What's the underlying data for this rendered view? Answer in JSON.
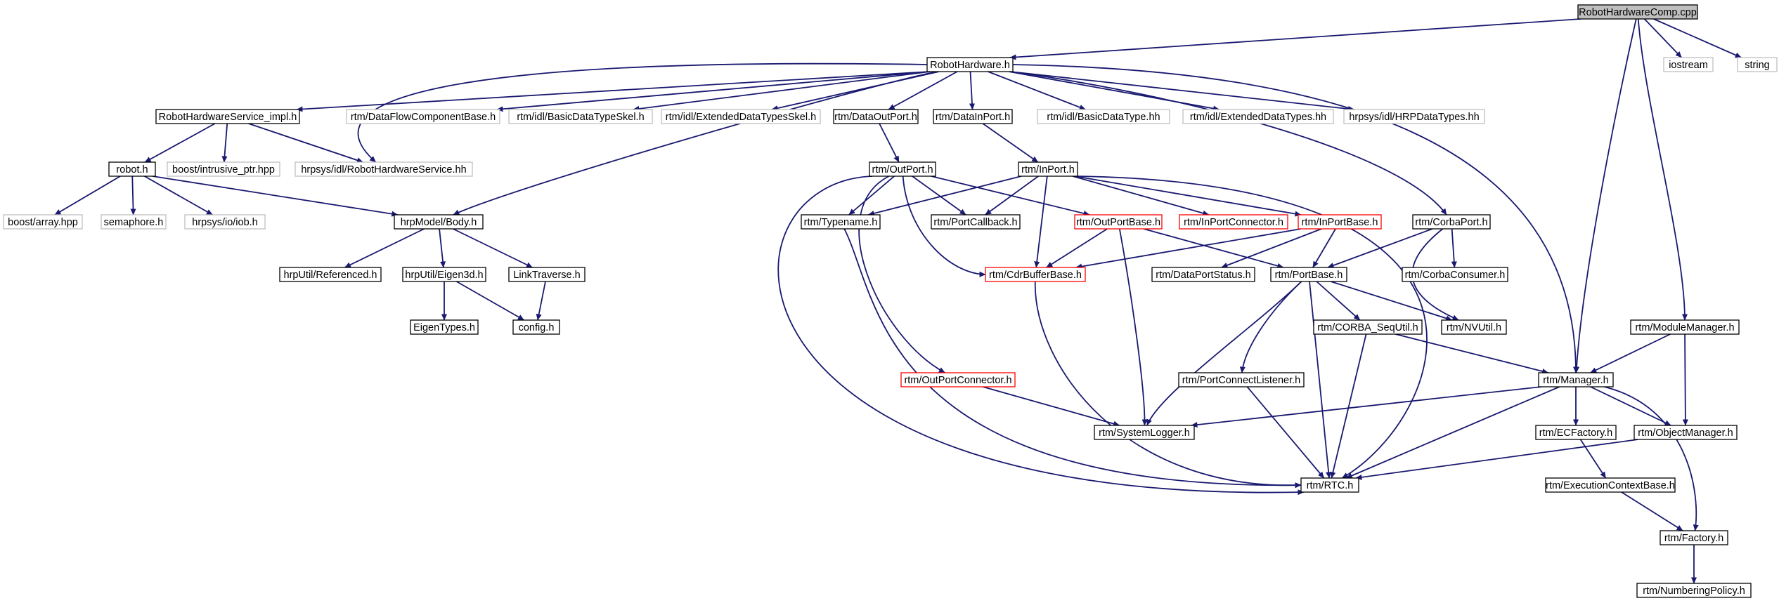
{
  "colors": {
    "background": "#ffffff",
    "root_fill": "#bfbfbf",
    "root_border": "#000000",
    "normal_border": "#000000",
    "truncated_border": "#ff0000",
    "external_border": "#bfbfbf",
    "edge": "#191970"
  },
  "nodes": [
    {
      "id": "robothardwarecomp-cpp",
      "label": "RobotHardwareComp.cpp",
      "kind": "root"
    },
    {
      "id": "robothardware-h",
      "label": "RobotHardware.h",
      "kind": "normal"
    },
    {
      "id": "iostream",
      "label": "iostream",
      "kind": "external"
    },
    {
      "id": "string",
      "label": "string",
      "kind": "external"
    },
    {
      "id": "robothardwareservice-impl-h",
      "label": "RobotHardwareService_impl.h",
      "kind": "normal"
    },
    {
      "id": "rtm-dataflowcomponentbase-h",
      "label": "rtm/DataFlowComponentBase.h",
      "kind": "external"
    },
    {
      "id": "rtm-idl-basicdatatypeskel-h",
      "label": "rtm/idl/BasicDataTypeSkel.h",
      "kind": "external"
    },
    {
      "id": "rtm-idl-extendeddatatypesskel-h",
      "label": "rtm/idl/ExtendedDataTypesSkel.h",
      "kind": "external"
    },
    {
      "id": "rtm-dataoutport-h",
      "label": "rtm/DataOutPort.h",
      "kind": "normal"
    },
    {
      "id": "rtm-datainport-h",
      "label": "rtm/DataInPort.h",
      "kind": "normal"
    },
    {
      "id": "rtm-idl-basicdatatype-hh",
      "label": "rtm/idl/BasicDataType.hh",
      "kind": "external"
    },
    {
      "id": "rtm-idl-extendeddatatypes-hh",
      "label": "rtm/idl/ExtendedDataTypes.hh",
      "kind": "external"
    },
    {
      "id": "hrpsys-idl-hrpdatatypes-hh",
      "label": "hrpsys/idl/HRPDataTypes.hh",
      "kind": "external"
    },
    {
      "id": "robot-h",
      "label": "robot.h",
      "kind": "normal"
    },
    {
      "id": "boost-intrusive-ptr-hpp",
      "label": "boost/intrusive_ptr.hpp",
      "kind": "external"
    },
    {
      "id": "hrpsys-idl-robothardwareservice-hh",
      "label": "hrpsys/idl/RobotHardwareService.hh",
      "kind": "external"
    },
    {
      "id": "rtm-outport-h",
      "label": "rtm/OutPort.h",
      "kind": "normal"
    },
    {
      "id": "rtm-inport-h",
      "label": "rtm/InPort.h",
      "kind": "normal"
    },
    {
      "id": "boost-array-hpp",
      "label": "boost/array.hpp",
      "kind": "external"
    },
    {
      "id": "semaphore-h",
      "label": "semaphore.h",
      "kind": "external"
    },
    {
      "id": "hrpsys-io-iob-h",
      "label": "hrpsys/io/iob.h",
      "kind": "external"
    },
    {
      "id": "hrpmodel-body-h",
      "label": "hrpModel/Body.h",
      "kind": "normal"
    },
    {
      "id": "rtm-typename-h",
      "label": "rtm/Typename.h",
      "kind": "normal"
    },
    {
      "id": "rtm-portcallback-h",
      "label": "rtm/PortCallback.h",
      "kind": "normal"
    },
    {
      "id": "rtm-outportbase-h",
      "label": "rtm/OutPortBase.h",
      "kind": "truncated"
    },
    {
      "id": "rtm-inportconnector-h",
      "label": "rtm/InPortConnector.h",
      "kind": "truncated"
    },
    {
      "id": "rtm-inportbase-h",
      "label": "rtm/InPortBase.h",
      "kind": "truncated"
    },
    {
      "id": "rtm-corbaport-h",
      "label": "rtm/CorbaPort.h",
      "kind": "normal"
    },
    {
      "id": "hrputil-referenced-h",
      "label": "hrpUtil/Referenced.h",
      "kind": "normal"
    },
    {
      "id": "hrputil-eigen3d-h",
      "label": "hrpUtil/Eigen3d.h",
      "kind": "normal"
    },
    {
      "id": "linktraverse-h",
      "label": "LinkTraverse.h",
      "kind": "normal"
    },
    {
      "id": "rtm-cdrbufferbase-h",
      "label": "rtm/CdrBufferBase.h",
      "kind": "truncated"
    },
    {
      "id": "rtm-dataportstatus-h",
      "label": "rtm/DataPortStatus.h",
      "kind": "normal"
    },
    {
      "id": "rtm-portbase-h",
      "label": "rtm/PortBase.h",
      "kind": "normal"
    },
    {
      "id": "rtm-corbaconsumer-h",
      "label": "rtm/CorbaConsumer.h",
      "kind": "normal"
    },
    {
      "id": "eigentypes-h",
      "label": "EigenTypes.h",
      "kind": "normal"
    },
    {
      "id": "config-h",
      "label": "config.h",
      "kind": "normal"
    },
    {
      "id": "rtm-corba-sequtil-h",
      "label": "rtm/CORBA_SeqUtil.h",
      "kind": "normal"
    },
    {
      "id": "rtm-nvutil-h",
      "label": "rtm/NVUtil.h",
      "kind": "normal"
    },
    {
      "id": "rtm-modulemanager-h",
      "label": "rtm/ModuleManager.h",
      "kind": "normal"
    },
    {
      "id": "rtm-outportconnector-h",
      "label": "rtm/OutPortConnector.h",
      "kind": "truncated"
    },
    {
      "id": "rtm-portconnectlistener-h",
      "label": "rtm/PortConnectListener.h",
      "kind": "normal"
    },
    {
      "id": "rtm-manager-h",
      "label": "rtm/Manager.h",
      "kind": "normal"
    },
    {
      "id": "rtm-systemlogger-h",
      "label": "rtm/SystemLogger.h",
      "kind": "normal"
    },
    {
      "id": "rtm-ecfactory-h",
      "label": "rtm/ECFactory.h",
      "kind": "normal"
    },
    {
      "id": "rtm-objectmanager-h",
      "label": "rtm/ObjectManager.h",
      "kind": "normal"
    },
    {
      "id": "rtm-executioncontextbase-h",
      "label": "rtm/ExecutionContextBase.h",
      "kind": "normal"
    },
    {
      "id": "rtm-rtc-h",
      "label": "rtm/RTC.h",
      "kind": "normal"
    },
    {
      "id": "rtm-factory-h",
      "label": "rtm/Factory.h",
      "kind": "normal"
    },
    {
      "id": "rtm-numberingpolicy-h",
      "label": "rtm/NumberingPolicy.h",
      "kind": "normal"
    }
  ],
  "edges": [
    [
      "robothardwarecomp-cpp",
      "robothardware-h"
    ],
    [
      "robothardwarecomp-cpp",
      "iostream"
    ],
    [
      "robothardwarecomp-cpp",
      "string"
    ],
    [
      "robothardwarecomp-cpp",
      "rtm-manager-h"
    ],
    [
      "robothardwarecomp-cpp",
      "rtm-modulemanager-h"
    ],
    [
      "robothardware-h",
      "robothardwareservice-impl-h"
    ],
    [
      "robothardware-h",
      "rtm-dataflowcomponentbase-h"
    ],
    [
      "robothardware-h",
      "rtm-idl-basicdatatypeskel-h"
    ],
    [
      "robothardware-h",
      "rtm-idl-extendeddatatypesskel-h"
    ],
    [
      "robothardware-h",
      "rtm-dataoutport-h"
    ],
    [
      "robothardware-h",
      "rtm-datainport-h"
    ],
    [
      "robothardware-h",
      "rtm-idl-basicdatatype-hh"
    ],
    [
      "robothardware-h",
      "rtm-idl-extendeddatatypes-hh"
    ],
    [
      "robothardware-h",
      "hrpsys-idl-hrpdatatypes-hh"
    ],
    [
      "robothardware-h",
      "hrpsys-idl-robothardwareservice-hh"
    ],
    [
      "robothardware-h",
      "hrpmodel-body-h"
    ],
    [
      "robothardware-h",
      "rtm-corbaport-h"
    ],
    [
      "robothardware-h",
      "rtm-manager-h"
    ],
    [
      "robothardwareservice-impl-h",
      "robot-h"
    ],
    [
      "robothardwareservice-impl-h",
      "boost-intrusive-ptr-hpp"
    ],
    [
      "robothardwareservice-impl-h",
      "hrpsys-idl-robothardwareservice-hh"
    ],
    [
      "robot-h",
      "boost-array-hpp"
    ],
    [
      "robot-h",
      "semaphore-h"
    ],
    [
      "robot-h",
      "hrpsys-io-iob-h"
    ],
    [
      "robot-h",
      "hrpmodel-body-h"
    ],
    [
      "hrpmodel-body-h",
      "hrputil-referenced-h"
    ],
    [
      "hrpmodel-body-h",
      "hrputil-eigen3d-h"
    ],
    [
      "hrpmodel-body-h",
      "linktraverse-h"
    ],
    [
      "hrputil-eigen3d-h",
      "eigentypes-h"
    ],
    [
      "hrputil-eigen3d-h",
      "config-h"
    ],
    [
      "linktraverse-h",
      "config-h"
    ],
    [
      "rtm-dataoutport-h",
      "rtm-outport-h"
    ],
    [
      "rtm-datainport-h",
      "rtm-inport-h"
    ],
    [
      "rtm-outport-h",
      "rtm-typename-h"
    ],
    [
      "rtm-outport-h",
      "rtm-portcallback-h"
    ],
    [
      "rtm-outport-h",
      "rtm-outportbase-h"
    ],
    [
      "rtm-outport-h",
      "rtm-cdrbufferbase-h"
    ],
    [
      "rtm-outport-h",
      "rtm-outportconnector-h"
    ],
    [
      "rtm-outport-h",
      "rtm-rtc-h"
    ],
    [
      "rtm-inport-h",
      "rtm-typename-h"
    ],
    [
      "rtm-inport-h",
      "rtm-portcallback-h"
    ],
    [
      "rtm-inport-h",
      "rtm-cdrbufferbase-h"
    ],
    [
      "rtm-inport-h",
      "rtm-inportconnector-h"
    ],
    [
      "rtm-inport-h",
      "rtm-inportbase-h"
    ],
    [
      "rtm-inport-h",
      "rtm-rtc-h"
    ],
    [
      "rtm-typename-h",
      "rtm-rtc-h"
    ],
    [
      "rtm-outportbase-h",
      "rtm-cdrbufferbase-h"
    ],
    [
      "rtm-outportbase-h",
      "rtm-portbase-h"
    ],
    [
      "rtm-outportbase-h",
      "rtm-systemlogger-h"
    ],
    [
      "rtm-inportbase-h",
      "rtm-cdrbufferbase-h"
    ],
    [
      "rtm-inportbase-h",
      "rtm-dataportstatus-h"
    ],
    [
      "rtm-inportbase-h",
      "rtm-portbase-h"
    ],
    [
      "rtm-corbaport-h",
      "rtm-portbase-h"
    ],
    [
      "rtm-corbaport-h",
      "rtm-corbaconsumer-h"
    ],
    [
      "rtm-corbaport-h",
      "rtm-nvutil-h"
    ],
    [
      "rtm-cdrbufferbase-h",
      "rtm-rtc-h"
    ],
    [
      "rtm-portbase-h",
      "rtm-corba-sequtil-h"
    ],
    [
      "rtm-portbase-h",
      "rtm-nvutil-h"
    ],
    [
      "rtm-portbase-h",
      "rtm-portconnectlistener-h"
    ],
    [
      "rtm-portbase-h",
      "rtm-systemlogger-h"
    ],
    [
      "rtm-portbase-h",
      "rtm-rtc-h"
    ],
    [
      "rtm-corba-sequtil-h",
      "rtm-manager-h"
    ],
    [
      "rtm-corba-sequtil-h",
      "rtm-rtc-h"
    ],
    [
      "rtm-outportconnector-h",
      "rtm-systemlogger-h"
    ],
    [
      "rtm-portconnectlistener-h",
      "rtm-rtc-h"
    ],
    [
      "rtm-modulemanager-h",
      "rtm-manager-h"
    ],
    [
      "rtm-modulemanager-h",
      "rtm-objectmanager-h"
    ],
    [
      "rtm-manager-h",
      "rtm-systemlogger-h"
    ],
    [
      "rtm-manager-h",
      "rtm-ecfactory-h"
    ],
    [
      "rtm-manager-h",
      "rtm-objectmanager-h"
    ],
    [
      "rtm-manager-h",
      "rtm-rtc-h"
    ],
    [
      "rtm-manager-h",
      "rtm-factory-h"
    ],
    [
      "rtm-ecfactory-h",
      "rtm-executioncontextbase-h"
    ],
    [
      "rtm-objectmanager-h",
      "rtm-rtc-h"
    ],
    [
      "rtm-executioncontextbase-h",
      "rtm-factory-h"
    ],
    [
      "rtm-factory-h",
      "rtm-numberingpolicy-h"
    ]
  ]
}
